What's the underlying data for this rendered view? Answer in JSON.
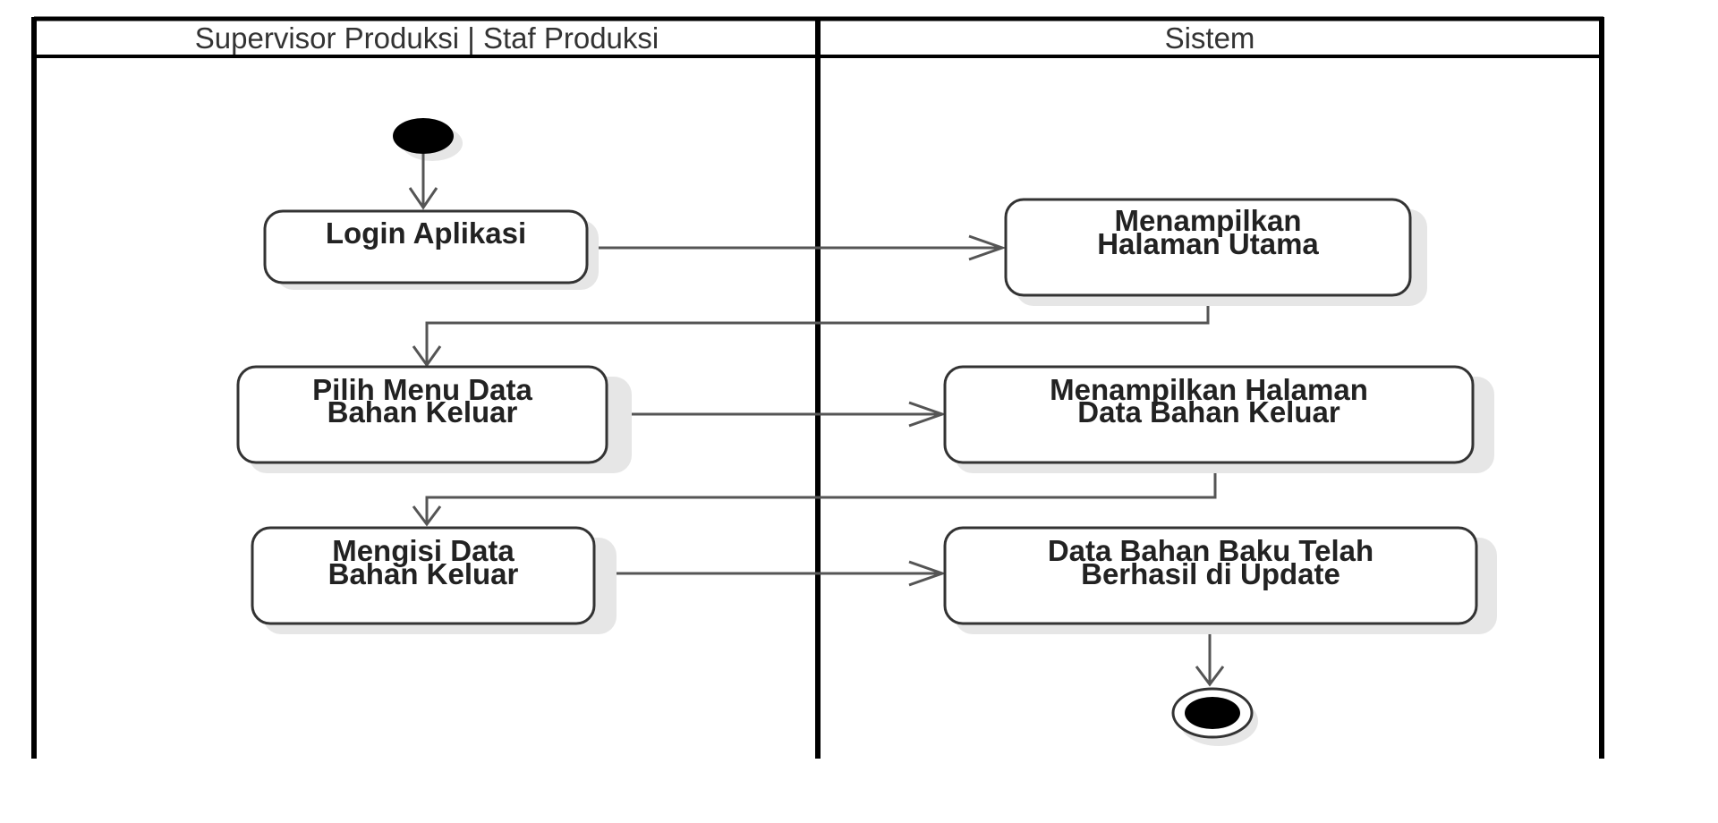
{
  "swimlanes": [
    {
      "title": "Supervisor Produksi | Staf Produksi"
    },
    {
      "title": "Sistem"
    }
  ],
  "activities": [
    {
      "lines": [
        "Login Aplikasi"
      ]
    },
    {
      "lines": [
        "Menampilkan",
        "Halaman Utama"
      ]
    },
    {
      "lines": [
        "Pilih Menu Data",
        "Bahan Keluar"
      ]
    },
    {
      "lines": [
        "Menampilkan Halaman",
        "Data Bahan Keluar"
      ]
    },
    {
      "lines": [
        "Mengisi Data",
        "Bahan Keluar"
      ]
    },
    {
      "lines": [
        "Data Bahan Baku Telah",
        "Berhasil di Update"
      ]
    }
  ],
  "colors": {
    "line": "#000000",
    "node_fill": "#000000",
    "box_fill": "#ffffff",
    "box_stroke": "#333333",
    "shadow": "#e6e6e6",
    "arrow": "#555555"
  }
}
